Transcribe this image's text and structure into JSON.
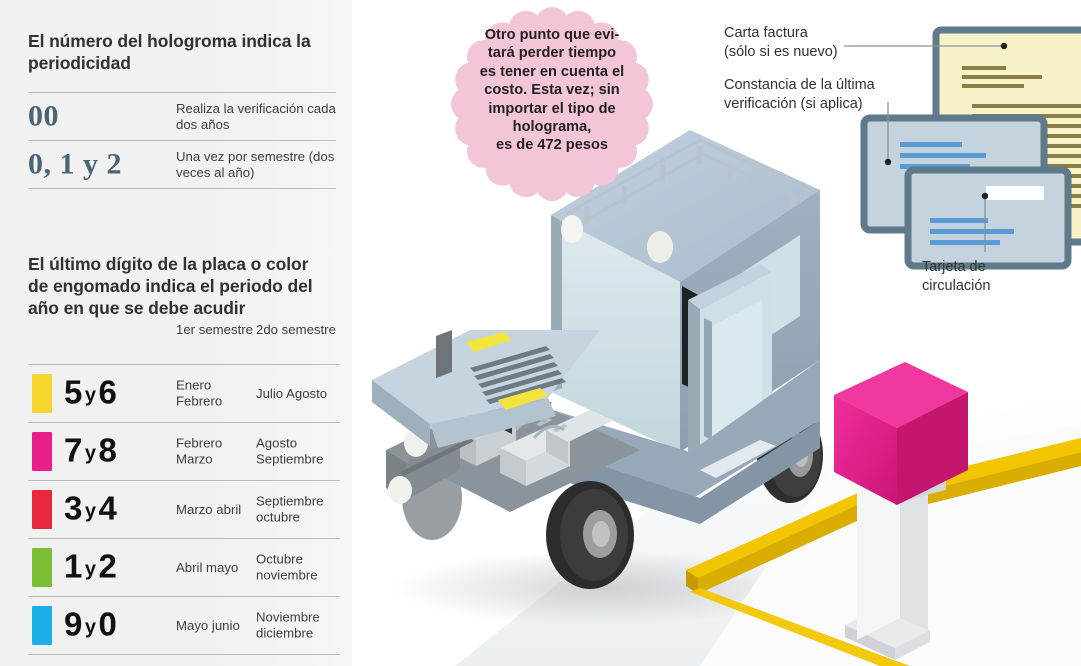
{
  "page": {
    "background": "#ffffff",
    "panel_bg": "#f1f1f1"
  },
  "left_panel": {
    "section1": {
      "title": "El número del hologroma indica la periodicidad",
      "title_real": "El número del hologroma indica la periodicidad",
      "heading": "El número del hologroma indica la periodicidad",
      "heading_text": "El número del hologroma indica la periodicidad",
      "title_display": "El número del hologroma indica la periodicidad",
      "rows": [
        {
          "number": "00",
          "description": "Realiza la verificación cada dos años"
        },
        {
          "number": "0, 1 y 2",
          "description": "Una vez por semestre (dos veces al año)"
        }
      ]
    },
    "section2": {
      "heading": "El último dígito de la placa o color de engomado indica el periodo del año en que se debe acudir",
      "columns": {
        "col0": "",
        "col1": "1er semestre",
        "col2": "2do semestre"
      },
      "rows": [
        {
          "color": "#f5d52e",
          "color_name": "amarillo",
          "digits_a": "5",
          "conj": "y",
          "digits_b": "6",
          "sem1": "Enero Febrero",
          "sem2": "Julio Agosto"
        },
        {
          "color": "#e8208c",
          "color_name": "rosa",
          "digits_a": "7",
          "conj": "y",
          "digits_b": "8",
          "sem1": "Febrero Marzo",
          "sem2": "Agosto Septiembre"
        },
        {
          "color": "#e8283c",
          "color_name": "rojo",
          "digits_a": "3",
          "conj": "y",
          "digits_b": "4",
          "sem1": "Marzo abril",
          "sem2": "Septiembre octubre"
        },
        {
          "color": "#7cc036",
          "color_name": "verde",
          "digits_a": "1",
          "conj": "y",
          "digits_b": "2",
          "sem1": "Abril mayo",
          "sem2": "Octubre noviembre"
        },
        {
          "color": "#1bb0e8",
          "color_name": "azul",
          "digits_a": "9",
          "conj": "y",
          "digits_b": "0",
          "sem1": "Mayo junio",
          "sem2": "Noviembre diciembre"
        }
      ]
    }
  },
  "callout": {
    "fill": "#f2c6d8",
    "text": "Otro punto que evitará perder tiempo es tener en cuenta el costo. Esta vez; sin importar el tipo de holograma, es de 472 pesos",
    "lines": [
      "Otro punto que evi-",
      "tará perder tiempo",
      "es tener en cuenta el",
      "costo. Esta vez; sin",
      "importar el tipo de",
      "holograma,",
      "es de 472 pesos"
    ],
    "amount": "472 pesos"
  },
  "annotations": [
    {
      "id": "carta-factura",
      "lines": [
        "Carta factura",
        "(sólo si es nuevo)"
      ]
    },
    {
      "id": "constancia",
      "lines": [
        "Constancia de la última",
        "verificación (si aplica)"
      ]
    },
    {
      "id": "tarjeta-circulacion",
      "lines": [
        "Tarjeta de",
        "circulación"
      ]
    }
  ],
  "illustration": {
    "truck": {
      "body": "#aebfd0",
      "glass": "#cfe0e6",
      "chassis": "#8e9aa5",
      "tire": "#3b3b3b",
      "lamp": "#f2e43a"
    },
    "documents": {
      "paper": {
        "fill": "#f7f2c8",
        "border": "#5f7a8a",
        "line": "#8a7d45"
      },
      "card": {
        "fill": "#c4d3de",
        "border": "#5f7a8a",
        "line": "#5b9bd5"
      }
    },
    "machine": {
      "box": "#e0218a",
      "pedestal": "#f0f0f0",
      "platform_border": "#f2c500"
    }
  }
}
